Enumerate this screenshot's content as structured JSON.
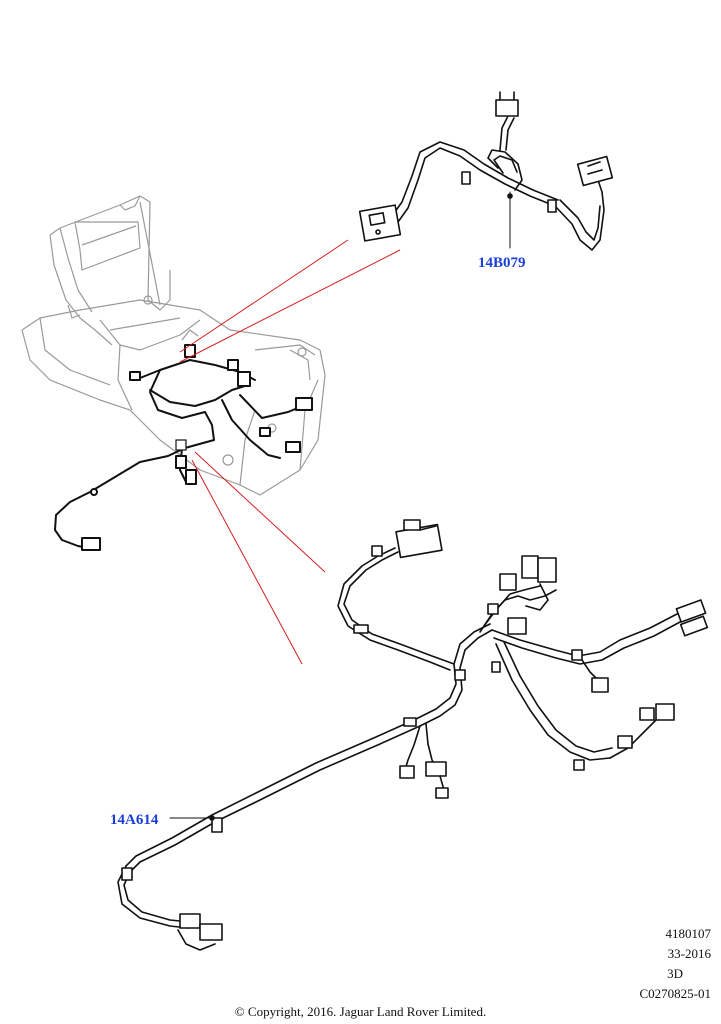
{
  "callouts": {
    "part_upper": "14B079",
    "part_lower": "14A614"
  },
  "info": {
    "line1": "4180107",
    "line2": "33-2016",
    "line3": "3D",
    "line4": "C0270825-01"
  },
  "copyright": "© Copyright, 2016. Jaguar Land Rover Limited.",
  "colors": {
    "callout": "#1a3fd8",
    "leader": "#d42020",
    "wire": "#111111",
    "console": "#9a9a9a"
  }
}
